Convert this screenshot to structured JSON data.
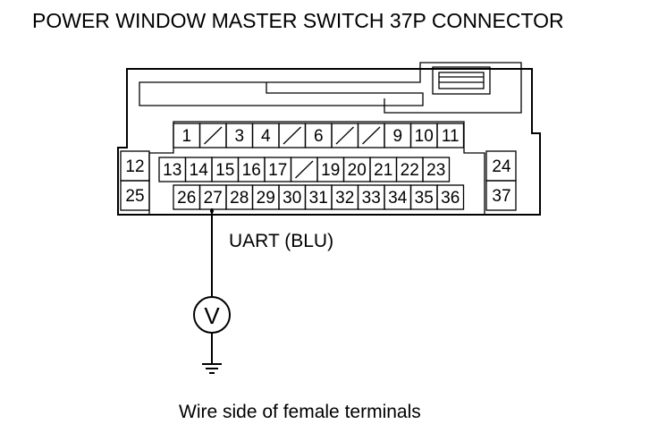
{
  "title": "POWER WINDOW MASTER SWITCH 37P CONNECTOR",
  "caption": "Wire side of female terminals",
  "probe_label": "UART (BLU)",
  "meter_symbol": "V",
  "connector": {
    "row1": [
      "1",
      "",
      "3",
      "4",
      "",
      "6",
      "",
      "",
      "9",
      "10",
      "11"
    ],
    "row2": [
      "13",
      "14",
      "15",
      "16",
      "17",
      "",
      "19",
      "20",
      "21",
      "22",
      "23"
    ],
    "row3": [
      "26",
      "27",
      "28",
      "29",
      "30",
      "31",
      "32",
      "33",
      "34",
      "35",
      "36"
    ],
    "left_top": "12",
    "left_bottom": "25",
    "right_top": "24",
    "right_bottom": "37"
  }
}
